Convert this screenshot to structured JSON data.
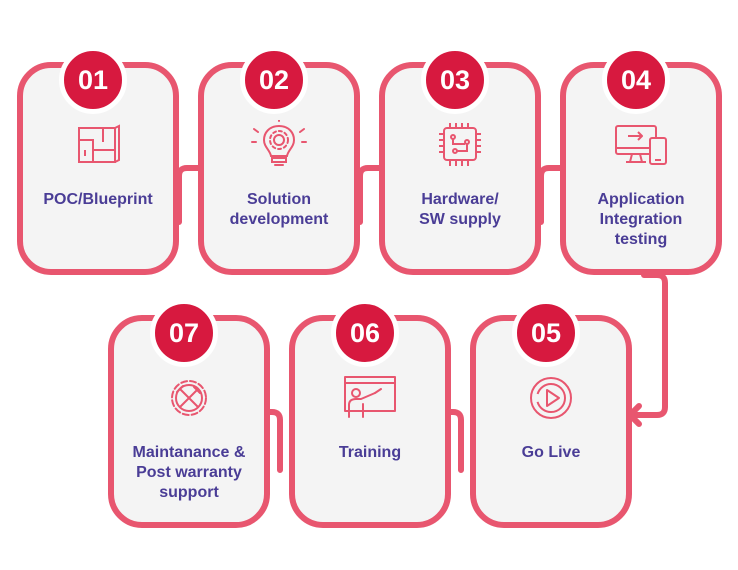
{
  "colors": {
    "accent": "#e8566f",
    "badge": "#d7193f",
    "label": "#4a3d96",
    "card_bg": "#f4f4f4"
  },
  "steps": [
    {
      "number": "01",
      "lines": [
        "POC/Blueprint"
      ],
      "icon": "blueprint-icon"
    },
    {
      "number": "02",
      "lines": [
        "Solution",
        "development"
      ],
      "icon": "lightbulb-gear-icon"
    },
    {
      "number": "03",
      "lines": [
        "Hardware/",
        "SW supply"
      ],
      "icon": "chip-icon"
    },
    {
      "number": "04",
      "lines": [
        "Application",
        "Integration",
        "testing"
      ],
      "icon": "monitor-tablet-icon"
    },
    {
      "number": "05",
      "lines": [
        "Go Live"
      ],
      "icon": "play-button-icon"
    },
    {
      "number": "06",
      "lines": [
        "Training"
      ],
      "icon": "presentation-board-icon"
    },
    {
      "number": "07",
      "lines": [
        "Maintanance &",
        "Post warranty",
        "support"
      ],
      "icon": "tools-gear-icon"
    }
  ]
}
